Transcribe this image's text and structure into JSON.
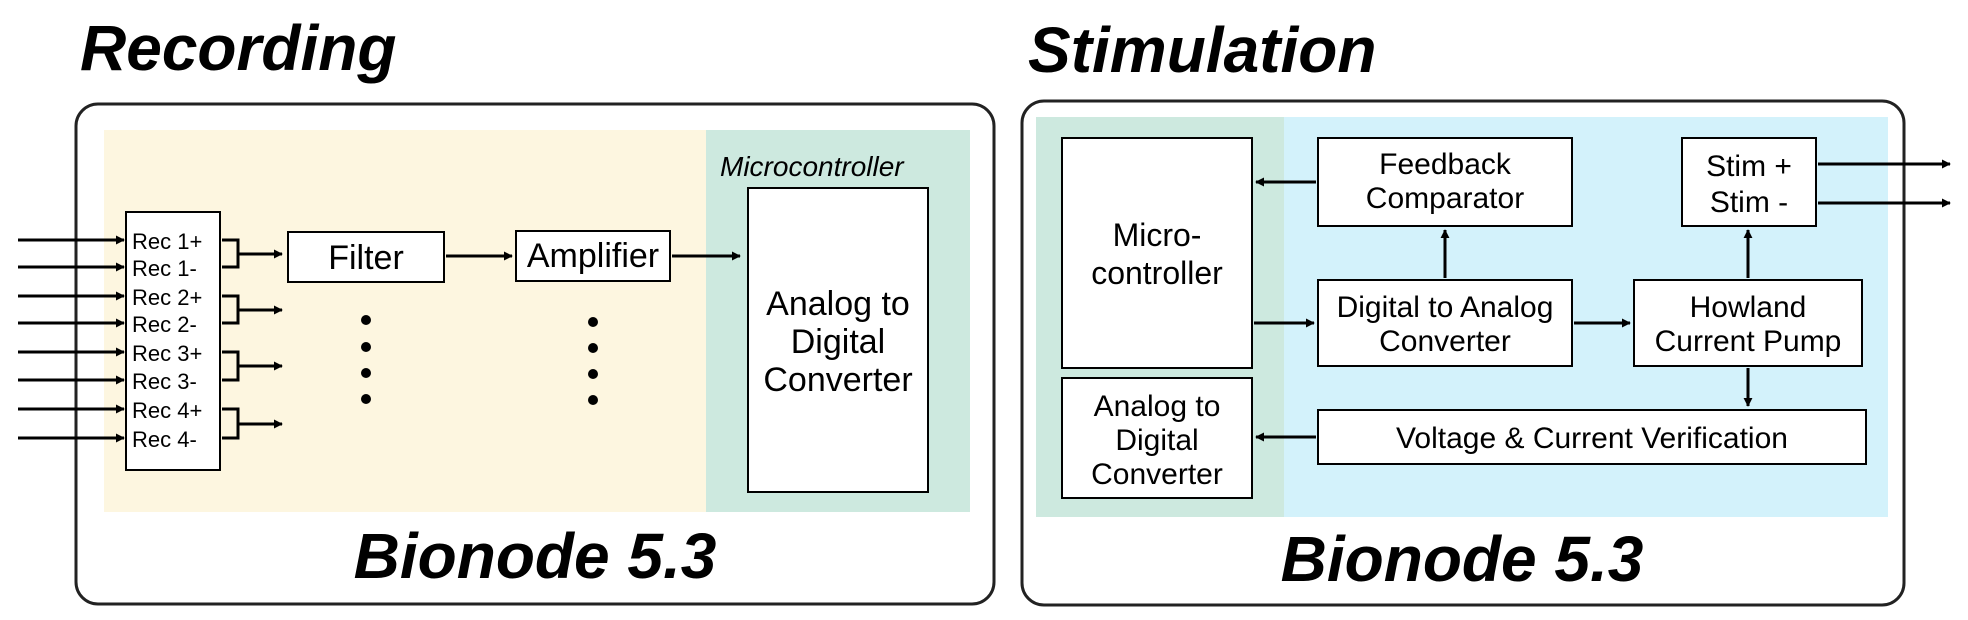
{
  "colors": {
    "analog_region": "#fdf6e0",
    "micro_region": "#cde9df",
    "stim_region": "#d3f2fb"
  },
  "recording": {
    "title": "Recording",
    "device_label": "Bionode 5.3",
    "channels": [
      "Rec 1+",
      "Rec 1-",
      "Rec 2+",
      "Rec 2-",
      "Rec 3+",
      "Rec 3-",
      "Rec 4+",
      "Rec 4-"
    ],
    "filter": "Filter",
    "amplifier": "Amplifier",
    "mcu_label": "Microcontroller",
    "adc": [
      "Analog to",
      "Digital",
      "Converter"
    ]
  },
  "stimulation": {
    "title": "Stimulation",
    "device_label": "Bionode 5.3",
    "mcu": [
      "Micro-",
      "controller"
    ],
    "adc": [
      "Analog to",
      "Digital",
      "Converter"
    ],
    "feedback": [
      "Feedback",
      "Comparator"
    ],
    "dac": [
      "Digital to Analog",
      "Converter"
    ],
    "howland": [
      "Howland",
      "Current Pump"
    ],
    "stim_outputs": [
      "Stim +",
      "Stim -"
    ],
    "verification": "Voltage & Current Verification"
  }
}
